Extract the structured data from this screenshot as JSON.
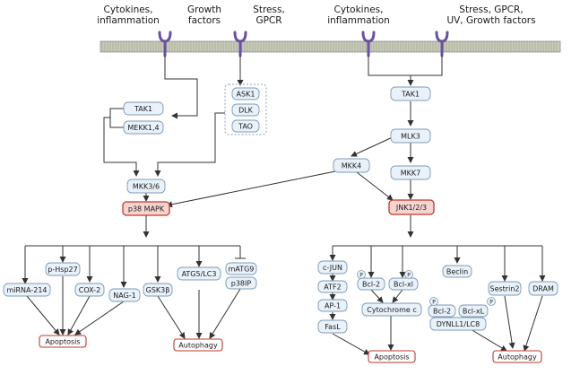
{
  "signals": {
    "s1": [
      "Cytokines,",
      "inflammation"
    ],
    "s2": [
      "Growth",
      "factors"
    ],
    "s3": [
      "Stress,",
      "GPCR"
    ],
    "s4": [
      "Cytokines,",
      "inflammation"
    ],
    "s5": [
      "Stress, GPCR,",
      "UV, Growth factors"
    ]
  },
  "nodes": {
    "tak1_left": "TAK1",
    "mekk14": "MEKK1,4",
    "ask1": "ASK1",
    "dlk": "DLK",
    "tao": "TAO",
    "mkk36": "MKK3/6",
    "p38": "p38 MAPK",
    "tak1_right": "TAK1",
    "mlk3": "MLK3",
    "mkk4": "MKK4",
    "mkk7": "MKK7",
    "jnk": "JNK1/2/3",
    "mirna214": "miRNA-214",
    "phsp27": "p-Hsp27",
    "cox2": "COX-2",
    "nag1": "NAG-1",
    "gsk3b": "GSK3β",
    "atg5": "ATG5/LC3",
    "matg9": "mATG9",
    "p38ip": "p38IP",
    "cjun": "c-JUN",
    "atf2": "ATF2",
    "ap1": "AP-1",
    "fasl": "FasL",
    "bcl2": "Bcl-2",
    "bclxl": "Bcl-xl",
    "cytc": "Cytochrome c",
    "beclin": "Beclin",
    "bcl2b": "Bcl-2",
    "bclxl_b": "Bcl-xL",
    "dynll": "DYNLL1/LC8",
    "sestrin2": "Sestrin2",
    "dram": "DRAM",
    "apop_left": "Apoptosis",
    "auto_left": "Autophagy",
    "apop_right": "Apoptosis",
    "auto_right": "Autophagy",
    "p_mark": "P"
  },
  "colors": {
    "node_fill": "#e9f2fa",
    "node_stroke": "#7e9bb6",
    "key_fill": "#f6d4cf",
    "key_stroke": "#c0392b",
    "out_stroke": "#c0392b",
    "receptor": "#6b4fa0",
    "line": "#333333"
  }
}
